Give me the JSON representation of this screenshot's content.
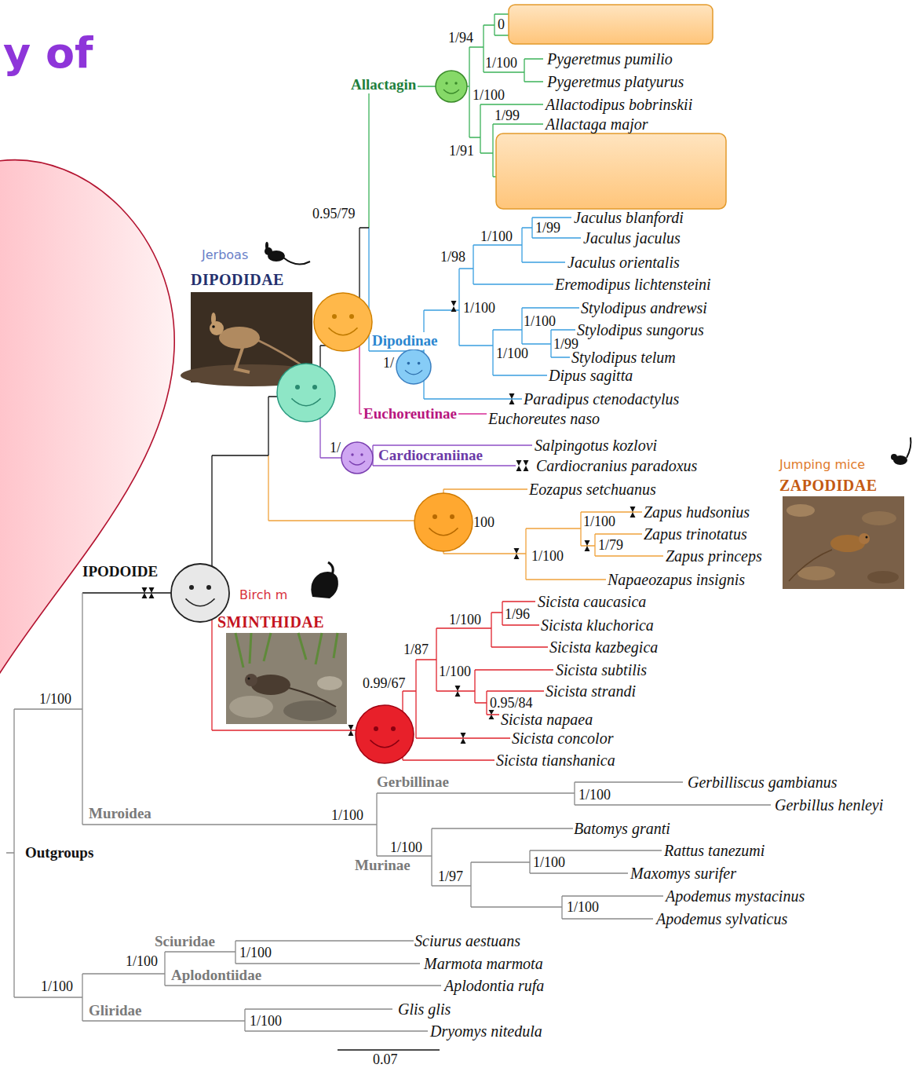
{
  "diagram": {
    "title": "y of",
    "labels": [
      "0",
      "1/94",
      "1/100",
      "Pygeretmus pumilio",
      "Pygeretmus platyurus",
      "Allactagin",
      "1/100",
      "Allactodipus bobrinskii",
      "1/99",
      "Allactaga major",
      "1/91",
      "0.95/79",
      "Jaculus blanfordi",
      "1/99",
      "1/100",
      "Jaculus jaculus",
      "1/98",
      "Jaculus orientalis",
      "Jerboas",
      "DIPODIDAE",
      "Eremodipus lichtensteini",
      "1/100",
      "Stylodipus andrewsi",
      "1/100",
      "Stylodipus sungorus",
      "Dipodinae",
      "1/99",
      "1/100",
      "Stylodipus telum",
      "1/",
      "Dipus sagitta",
      "Paradipus ctenodactylus",
      "Euchoreutinae",
      "Euchoreutes naso",
      "Salpingotus kozlovi",
      "1/",
      "Cardiocraniinae",
      "Jumping mice",
      "Cardiocranius paradoxus",
      "ZAPODIDAE",
      "Eozapus setchuanus",
      "Zapus hudsonius",
      "1/100",
      "100",
      "Zapus trinotatus",
      "1/79",
      "Zapus princeps",
      "1/100",
      "IPODOIDE",
      "Birch m",
      "Napaeozapus insignis",
      "Sicista caucasica",
      "SMINTHIDAE",
      "1/96",
      "1/100",
      "Sicista kluchorica",
      "Sicista kazbegica",
      "1/87",
      "Sicista subtilis",
      "1/100",
      "0.99/67",
      "Sicista strandi",
      "0.95/84",
      "1/100",
      "Sicista napaea",
      "Sicista concolor",
      "Sicista tianshanica",
      "Gerbillinae",
      "Gerbilliscus gambianus",
      "1/100",
      "Gerbillus henleyi",
      "Muroidea",
      "1/100",
      "Batomys granti",
      "1/100",
      "Rattus tanezumi",
      "Outgroups",
      "1/100",
      "Murinae",
      "Maxomys surifer",
      "1/97",
      "Apodemus mystacinus",
      "1/100",
      "Apodemus sylvaticus",
      "Sciuridae",
      "Sciurus aestuans",
      "1/100",
      "1/100",
      "Marmota marmota",
      "Aplodontiidae",
      "Aplodontia rufa",
      "1/100",
      "Glis glis",
      "Gliridae",
      "1/100",
      "Dryomys nitedula",
      "0.07"
    ]
  }
}
